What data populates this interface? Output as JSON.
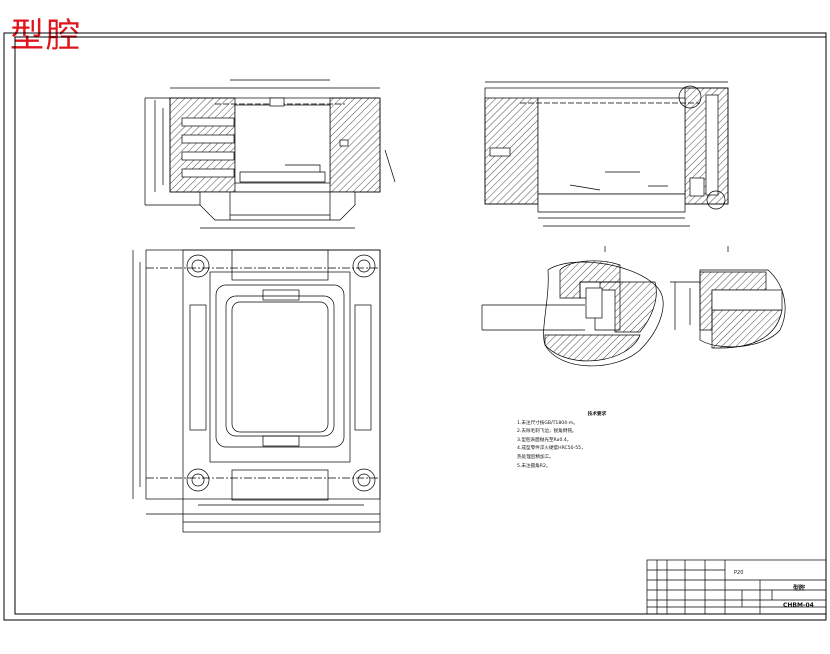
{
  "title": "型腔",
  "technical_requirements": {
    "heading": "技术要求",
    "items": [
      "1.未注尺寸按GB/T1804-m。",
      "2.去除毛刺飞边，锐角倒钝。",
      "3.型腔表面抛光至Ra0.4。",
      "4.成型零件淬火硬度HRC50-55，",
      "  热处理后精加工。",
      "5.未注圆角R2。"
    ]
  },
  "title_block": {
    "material": "P20",
    "part_name": "型腔",
    "drawing_number": "CHBM-04"
  }
}
